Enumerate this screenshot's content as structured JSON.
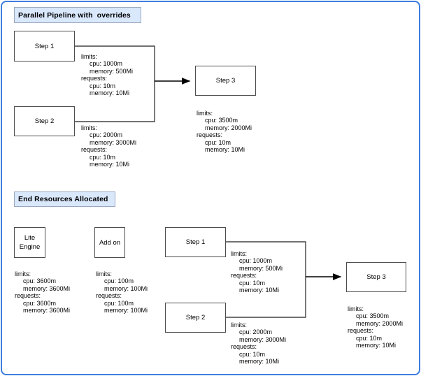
{
  "frame": {
    "border_color": "#3e7de0"
  },
  "keywords": {
    "limits": "limits",
    "requests": "requests",
    "cpu": "cpu",
    "memory": "memory"
  },
  "top_section": {
    "header": "Parallel Pipeline with  overrides",
    "nodes": {
      "step1": {
        "label": "Step 1"
      },
      "step2": {
        "label": "Step 2"
      },
      "step3": {
        "label": "Step 3"
      }
    },
    "resources": {
      "step1": {
        "limits": {
          "cpu": "1000m",
          "memory": "500Mi"
        },
        "requests": {
          "cpu": "10m",
          "memory": "10Mi"
        }
      },
      "step2": {
        "limits": {
          "cpu": "2000m",
          "memory": "3000Mi"
        },
        "requests": {
          "cpu": "10m",
          "memory": "10Mi"
        }
      },
      "step3": {
        "limits": {
          "cpu": "3500m",
          "memory": "2000Mi"
        },
        "requests": {
          "cpu": "10m",
          "memory": "10Mi"
        }
      }
    }
  },
  "bottom_section": {
    "header": "End Resources Allocated",
    "nodes": {
      "lite_engine": {
        "label": "Lite\nEngine"
      },
      "addon": {
        "label": "Add on"
      },
      "step1": {
        "label": "Step 1"
      },
      "step2": {
        "label": "Step 2"
      },
      "step3": {
        "label": "Step 3"
      }
    },
    "resources": {
      "lite_engine": {
        "limits": {
          "cpu": "3600m",
          "memory": "3600Mi"
        },
        "requests": {
          "cpu": "3600m",
          "memory": "3600Mi"
        }
      },
      "addon": {
        "limits": {
          "cpu": "100m",
          "memory": "100Mi"
        },
        "requests": {
          "cpu": "100m",
          "memory": "100Mi"
        }
      },
      "step1": {
        "limits": {
          "cpu": "1000m",
          "memory": "500Mi"
        },
        "requests": {
          "cpu": "10m",
          "memory": "10Mi"
        }
      },
      "step2": {
        "limits": {
          "cpu": "2000m",
          "memory": "3000Mi"
        },
        "requests": {
          "cpu": "10m",
          "memory": "10Mi"
        }
      },
      "step3": {
        "limits": {
          "cpu": "3500m",
          "memory": "2000Mi"
        },
        "requests": {
          "cpu": "10m",
          "memory": "10Mi"
        }
      }
    }
  }
}
